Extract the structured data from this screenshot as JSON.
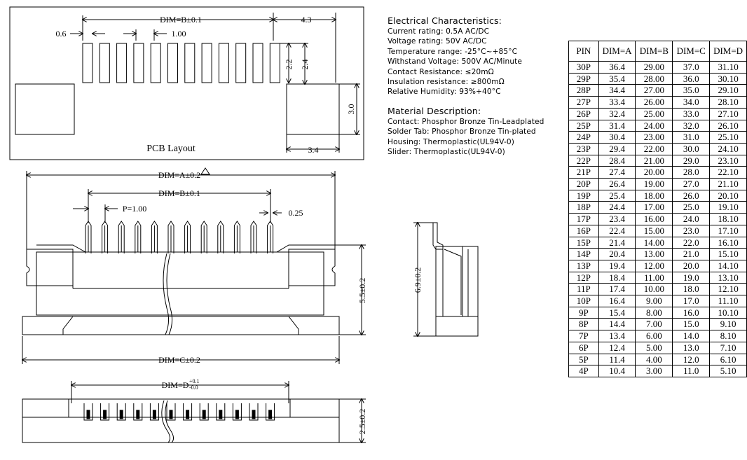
{
  "electrical": {
    "heading": "Electrical Characteristics:",
    "lines": [
      "Current rating: 0.5A AC/DC",
      "Voltage rating: 50V  AC/DC",
      "Temperature range: -25°C~+85°C",
      "Withstand Voltage: 500V AC/Minute",
      "Contact Resistance: ≤20mΩ",
      "Insulation resistance: ≥800mΩ",
      "Relative Humidity: 93%+40°C"
    ]
  },
  "material": {
    "heading": "Material Description:",
    "lines": [
      "Contact: Phosphor Bronze Tin-Leadplated",
      "Solder Tab: Phosphor Bronze Tin-plated",
      "Housing: Thermoplastic(UL94V-0)",
      "Slider: Thermoplastic(UL94V-0)"
    ]
  },
  "table": {
    "headers": [
      "PIN",
      "DIM=A",
      "DIM=B",
      "DIM=C",
      "DIM=D"
    ],
    "rows": [
      [
        "30P",
        "36.4",
        "29.00",
        "37.0",
        "31.10"
      ],
      [
        "29P",
        "35.4",
        "28.00",
        "36.0",
        "30.10"
      ],
      [
        "28P",
        "34.4",
        "27.00",
        "35.0",
        "29.10"
      ],
      [
        "27P",
        "33.4",
        "26.00",
        "34.0",
        "28.10"
      ],
      [
        "26P",
        "32.4",
        "25.00",
        "33.0",
        "27.10"
      ],
      [
        "25P",
        "31.4",
        "24.00",
        "32.0",
        "26.10"
      ],
      [
        "24P",
        "30.4",
        "23.00",
        "31.0",
        "25.10"
      ],
      [
        "23P",
        "29.4",
        "22.00",
        "30.0",
        "24.10"
      ],
      [
        "22P",
        "28.4",
        "21.00",
        "29.0",
        "23.10"
      ],
      [
        "21P",
        "27.4",
        "20.00",
        "28.0",
        "22.10"
      ],
      [
        "20P",
        "26.4",
        "19.00",
        "27.0",
        "21.10"
      ],
      [
        "19P",
        "25.4",
        "18.00",
        "26.0",
        "20.10"
      ],
      [
        "18P",
        "24.4",
        "17.00",
        "25.0",
        "19.10"
      ],
      [
        "17P",
        "23.4",
        "16.00",
        "24.0",
        "18.10"
      ],
      [
        "16P",
        "22.4",
        "15.00",
        "23.0",
        "17.10"
      ],
      [
        "15P",
        "21.4",
        "14.00",
        "22.0",
        "16.10"
      ],
      [
        "14P",
        "20.4",
        "13.00",
        "21.0",
        "15.10"
      ],
      [
        "13P",
        "19.4",
        "12.00",
        "20.0",
        "14.10"
      ],
      [
        "12P",
        "18.4",
        "11.00",
        "19.0",
        "13.10"
      ],
      [
        "11P",
        "17.4",
        "10.00",
        "18.0",
        "12.10"
      ],
      [
        "10P",
        "16.4",
        "9.00",
        "17.0",
        "11.10"
      ],
      [
        "9P",
        "15.4",
        "8.00",
        "16.0",
        "10.10"
      ],
      [
        "8P",
        "14.4",
        "7.00",
        "15.0",
        "9.10"
      ],
      [
        "7P",
        "13.4",
        "6.00",
        "14.0",
        "8.10"
      ],
      [
        "6P",
        "12.4",
        "5.00",
        "13.0",
        "7.10"
      ],
      [
        "5P",
        "11.4",
        "4.00",
        "12.0",
        "6.10"
      ],
      [
        "4P",
        "10.4",
        "3.00",
        "11.0",
        "5.10"
      ]
    ]
  },
  "pcb": {
    "title": "PCB Layout",
    "dim_b": "DIM=B±0.1",
    "dim_43": "4.3",
    "dim_06": "0.6",
    "dim_100": "1.00",
    "dim_22": "2.2",
    "dim_24": "2.4",
    "dim_30": "3.0",
    "dim_34": "3.4"
  },
  "front": {
    "dim_a": "DIM=A±0.2",
    "dim_b": "DIM=B±0.1",
    "pitch": "P=1.00",
    "dim_025": "0.25",
    "dim_55": "5.5±0.2",
    "dim_c": "DIM=C±0.2"
  },
  "side": {
    "dim_69": "6.9±0.2"
  },
  "bottom": {
    "dim_d": "DIM=D",
    "tol_plus": "+0.1",
    "tol_minus": "-0.0",
    "dim_25": "2.5±0.2"
  },
  "counts": {
    "pad_count": 12,
    "pin_count": 12
  }
}
